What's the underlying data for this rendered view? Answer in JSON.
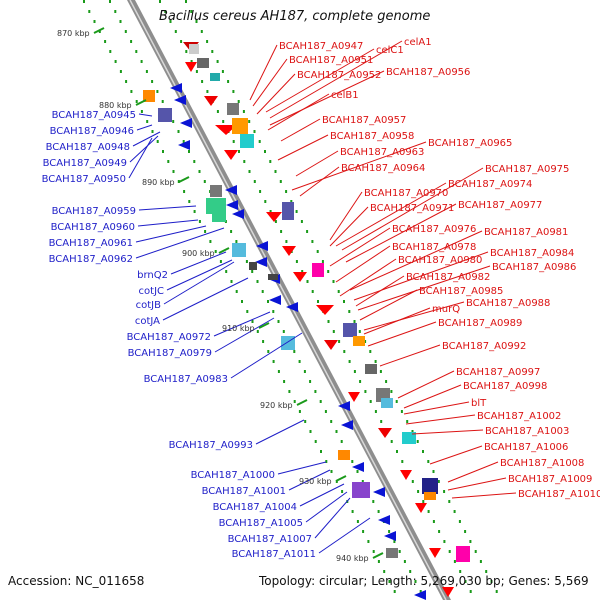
{
  "title": "Bacillus cereus AH187, complete genome",
  "footer": {
    "accession": "Accession: NC_011658",
    "summary": "Topology: circular; Length: 5,269,030 bp; Genes: 5,569"
  },
  "colors": {
    "backbone": "#8a8a8a",
    "forward": "#e00000",
    "reverse": "#0a14d4",
    "left_label": "#1e1ec8",
    "right_label": "#dc1414",
    "tick": "#1a9a1a"
  },
  "scale_labels": [
    "870 kbp",
    "880 kbp",
    "890 kbp",
    "900 kbp",
    "910 kbp",
    "920 kbp",
    "930 kbp",
    "940 kbp"
  ],
  "left_labels": [
    "BCAH187_A0945",
    "BCAH187_A0946",
    "BCAH187_A0948",
    "BCAH187_A0949",
    "BCAH187_A0950",
    "BCAH187_A0959",
    "BCAH187_A0960",
    "BCAH187_A0961",
    "BCAH187_A0962",
    "brnQ2",
    "cotJC",
    "cotJB",
    "cotJA",
    "BCAH187_A0972",
    "BCAH187_A0979",
    "BCAH187_A0983",
    "BCAH187_A0993",
    "BCAH187_A1000",
    "BCAH187_A1001",
    "BCAH187_A1004",
    "BCAH187_A1005",
    "BCAH187_A1007",
    "BCAH187_A1011"
  ],
  "right_labels": [
    "BCAH187_A0947",
    "celA1",
    "celC1",
    "BCAH187_A0951",
    "BCAH187_A0952",
    "BCAH187_A0956",
    "celB1",
    "BCAH187_A0957",
    "BCAH187_A0958",
    "BCAH187_A0965",
    "BCAH187_A0963",
    "BCAH187_A0964",
    "BCAH187_A0975",
    "BCAH187_A0974",
    "BCAH187_A0970",
    "BCAH187_A0977",
    "BCAH187_A0971",
    "BCAH187_A0976",
    "BCAH187_A0981",
    "BCAH187_A0978",
    "BCAH187_A0984",
    "BCAH187_A0980",
    "BCAH187_A0986",
    "BCAH187_A0982",
    "BCAH187_A0985",
    "BCAH187_A0988",
    "murQ",
    "BCAH187_A0989",
    "BCAH187_A0992",
    "BCAH187_A0997",
    "BCAH187_A0998",
    "blT",
    "BCAH187_A1002",
    "BCAH187_A1003",
    "BCAH187_A1006",
    "BCAH187_A1008",
    "BCAH187_A1009",
    "BCAH187_A1010"
  ]
}
